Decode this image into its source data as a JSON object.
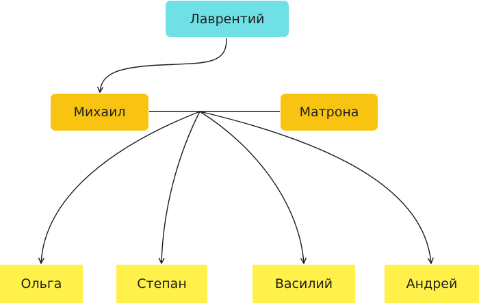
{
  "diagram": {
    "parent": {
      "name": "Лаврентий",
      "color": "#6fe0e6"
    },
    "couple": [
      {
        "name": "Михаил",
        "color": "#f8c411"
      },
      {
        "name": "Матрона",
        "color": "#f8c411"
      }
    ],
    "children": [
      {
        "name": "Ольга",
        "color": "#fff04a"
      },
      {
        "name": "Степан",
        "color": "#fff04a"
      },
      {
        "name": "Василий",
        "color": "#fff04a"
      },
      {
        "name": "Андрей",
        "color": "#fff04a"
      }
    ],
    "edges": [
      {
        "from": "Лаврентий",
        "to": "Михаил",
        "type": "parent-child"
      },
      {
        "from": "Михаил",
        "to": "Матрона",
        "type": "marriage"
      },
      {
        "from": "Михаил+Матрона",
        "to": "Ольга",
        "type": "parent-child"
      },
      {
        "from": "Михаил+Матрона",
        "to": "Степан",
        "type": "parent-child"
      },
      {
        "from": "Михаил+Матрона",
        "to": "Василий",
        "type": "parent-child"
      },
      {
        "from": "Михаил+Матрона",
        "to": "Андрей",
        "type": "parent-child"
      }
    ],
    "line_color": "#1a1a1a"
  }
}
